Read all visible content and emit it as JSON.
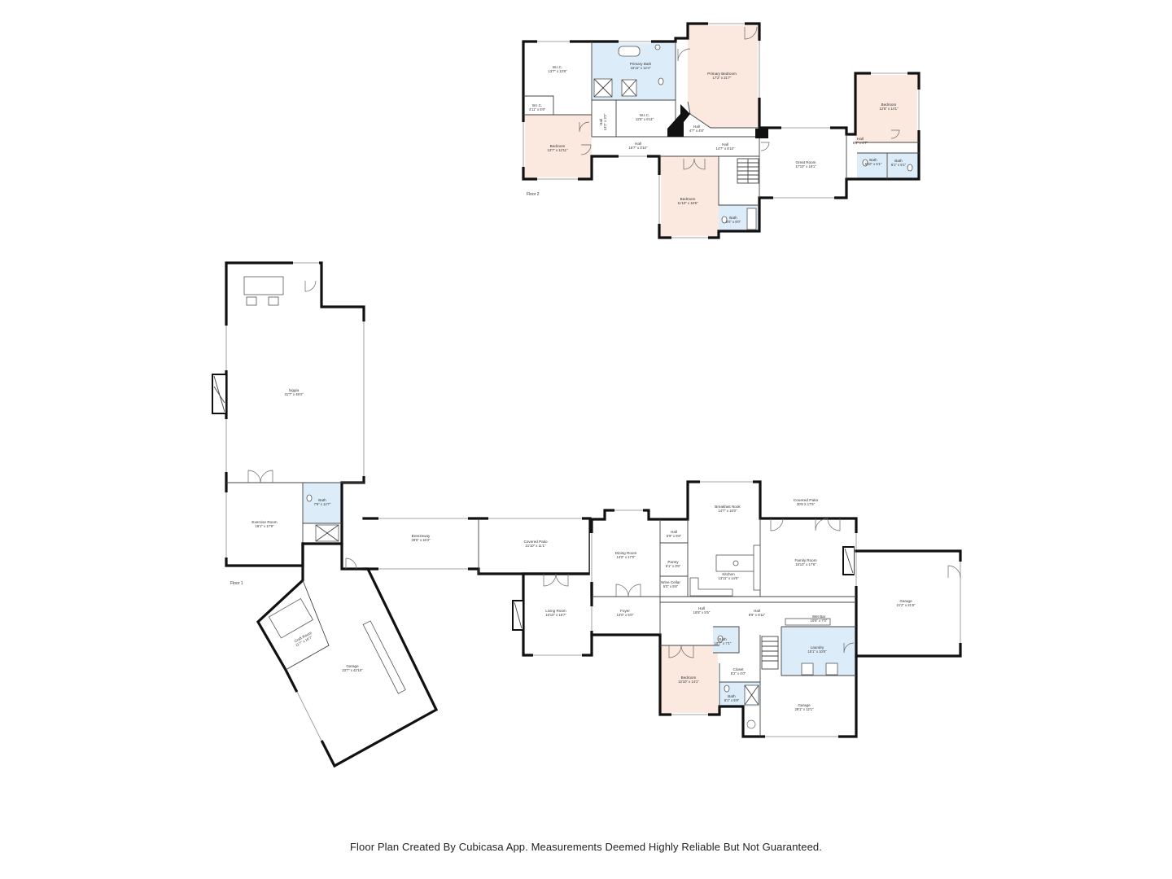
{
  "footer": "Floor Plan Created By Cubicasa App. Measurements Deemed Highly Reliable But Not Guaranteed.",
  "colors": {
    "bedroom_fill": "#fbe8de",
    "bath_fill": "#dcedf9",
    "wall": "#111111",
    "background": "#ffffff"
  },
  "floor2": {
    "label": "Floor 2",
    "rooms": [
      {
        "key": "wic1",
        "name": "W.I.C.",
        "dims": "13'7\" x 13'8\""
      },
      {
        "key": "primary_bath",
        "name": "Primary Bath",
        "dims": "16'11\" x 12'4\""
      },
      {
        "key": "primary_bedroom",
        "name": "Primary Bedroom",
        "dims": "17'2\" x 21'7\""
      },
      {
        "key": "wic_small",
        "name": "W.I.C.",
        "dims": "4'11\" x 5'9\""
      },
      {
        "key": "wic2",
        "name": "W.I.C.",
        "dims": "11'5\" x 6'11\""
      },
      {
        "key": "hall_vert",
        "name": "Hall",
        "dims": "13'2\" x 3'2\""
      },
      {
        "key": "hall_small",
        "name": "Hall",
        "dims": "4'7\" x 4'8\""
      },
      {
        "key": "bedroom_w",
        "name": "Bedroom",
        "dims": "13'7\" x 12'11\""
      },
      {
        "key": "hall_w",
        "name": "Hall",
        "dims": "16'7\" x 3'10\""
      },
      {
        "key": "hall_c",
        "name": "Hall",
        "dims": "14'7\" x 6'10\""
      },
      {
        "key": "great_room",
        "name": "Great Room",
        "dims": "17'10\" x 18'1\""
      },
      {
        "key": "bedroom_e",
        "name": "Bedroom",
        "dims": "12'8\" x 14'1\""
      },
      {
        "key": "hall_e",
        "name": "Hall",
        "dims": "6'6\" x 4'7\""
      },
      {
        "key": "bath_e1",
        "name": "Bath",
        "dims": "5'10\" x 5'1\""
      },
      {
        "key": "bath_e2",
        "name": "Bath",
        "dims": "8'1\" x 5'1\""
      },
      {
        "key": "bedroom_s",
        "name": "Bedroom",
        "dims": "11'10\" x 16'6\""
      },
      {
        "key": "bath_s",
        "name": "Bath",
        "dims": "8'0\" x 8'0\""
      }
    ]
  },
  "floor1": {
    "label": "Floor 1",
    "covered_patio_label": "Covered Patio",
    "covered_patio_dims": "30'8 X 17'6\"",
    "rooms": [
      {
        "key": "loggia",
        "name": "loggia",
        "dims": "31'7\" x 49'4\""
      },
      {
        "key": "exercise_room",
        "name": "Exercise Room",
        "dims": "18'1\" x 17'9\""
      },
      {
        "key": "bath_l",
        "name": "Bath",
        "dims": "7'9\" x 12'7\""
      },
      {
        "key": "breezeway",
        "name": "Breezeway",
        "dims": "28'6\" x 16'3\""
      },
      {
        "key": "covered_patio_c",
        "name": "Covered Patio",
        "dims": "21'10\" x 11'1\""
      },
      {
        "key": "craft_room",
        "name": "Craft Room",
        "dims": "11'7\" x 16'7\""
      },
      {
        "key": "garage_diag",
        "name": "Garage",
        "dims": "23'7\" x 42'10\""
      },
      {
        "key": "living_room",
        "name": "Living Room",
        "dims": "16'10\" x 16'7\""
      },
      {
        "key": "dining_room",
        "name": "Dining Room",
        "dims": "14'0\" x 17'0\""
      },
      {
        "key": "foyer",
        "name": "Foyer",
        "dims": "13'0\" x 5'0\""
      },
      {
        "key": "hall_a",
        "name": "Hall",
        "dims": "5'9\" x 5'6\""
      },
      {
        "key": "pantry",
        "name": "Pantry",
        "dims": "5'1\" x 3'5\""
      },
      {
        "key": "wine_cellar",
        "name": "Wine Cellar",
        "dims": "5'0\" x 5'6\""
      },
      {
        "key": "breakfast_nook",
        "name": "Breakfast Nook",
        "dims": "14'7\" x 16'0\""
      },
      {
        "key": "kitchen",
        "name": "Kitchen",
        "dims": "13'11\" x 14'6\""
      },
      {
        "key": "family_room",
        "name": "Family Room",
        "dims": "16'10\" x 17'6\""
      },
      {
        "key": "hall_b",
        "name": "Hall",
        "dims": "16'8\" x 5'5\""
      },
      {
        "key": "hall_c",
        "name": "Hall",
        "dims": "8'9\" x 6'11\""
      },
      {
        "key": "wet_bar",
        "name": "Wet Bar",
        "dims": "10'6\" x 7'0\""
      },
      {
        "key": "garage_e",
        "name": "Garage",
        "dims": "21'2\" x 21'8\""
      },
      {
        "key": "bath_k",
        "name": "Bath",
        "dims": "10'7\" x 7'1\""
      },
      {
        "key": "closet",
        "name": "Closet",
        "dims": "8'2\" x 4'0\""
      },
      {
        "key": "laundry",
        "name": "Laundry",
        "dims": "15'1\" x 10'6\""
      },
      {
        "key": "bedroom_1",
        "name": "Bedroom",
        "dims": "12'10\" x 14'1\""
      },
      {
        "key": "bath_1",
        "name": "Bath",
        "dims": "8'1\" x 5'9\""
      },
      {
        "key": "garage_s",
        "name": "Garage",
        "dims": "29'1\" x 12'1\""
      }
    ]
  }
}
